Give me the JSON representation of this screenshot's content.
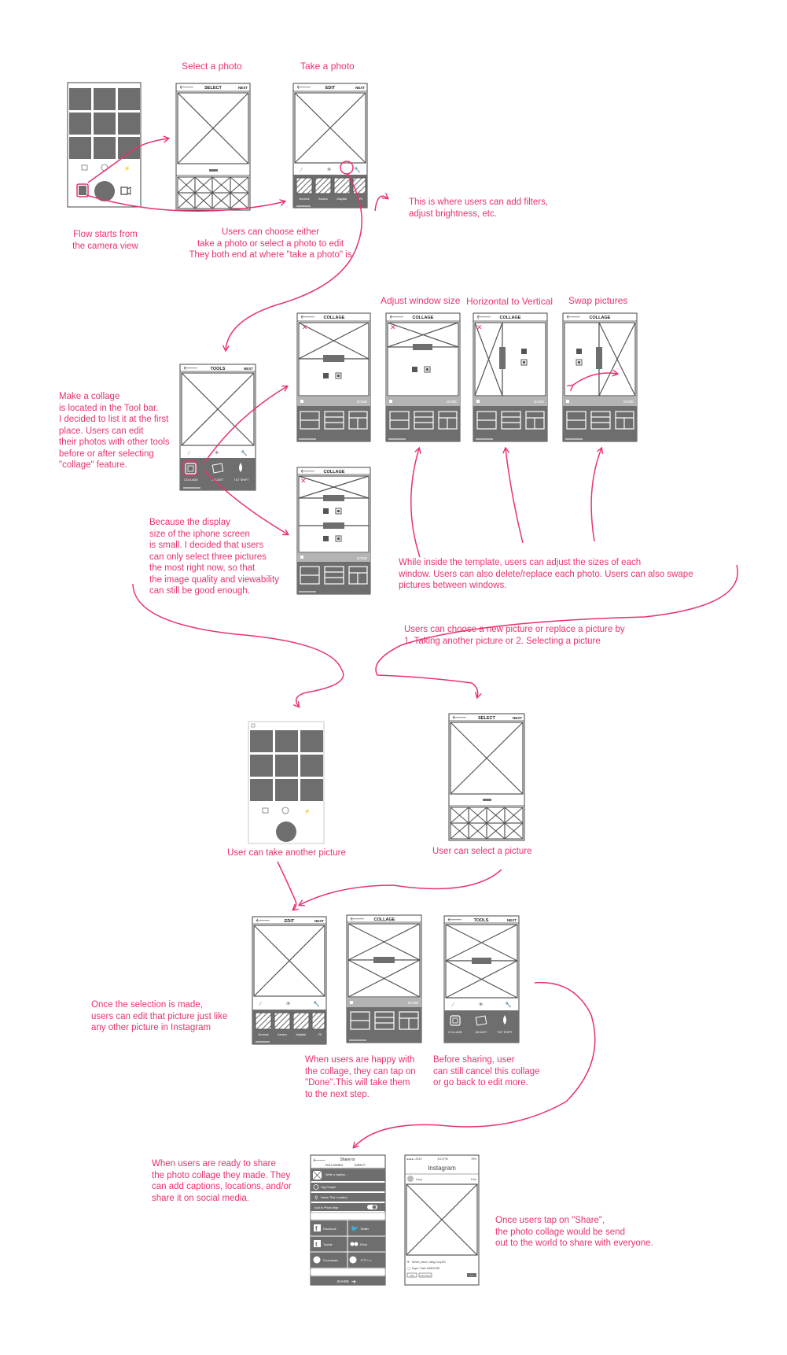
{
  "labels": {
    "select_photo": "Select a photo",
    "take_photo": "Take a photo",
    "adjust_window": "Adjust window size",
    "horiz_vert": "Horizontal to Vertical",
    "swap": "Swap pictures"
  },
  "screen_text": {
    "select": "SELECT",
    "edit": "EDIT",
    "collage": "COLLAGE",
    "tools": "TOOLS",
    "next": "NEXT",
    "done": "DONE",
    "share_title": "Share to",
    "following": "FOLLOWING",
    "direct": "DIRECT",
    "write_caption": "Write a caption...",
    "tag_people": "Tag People",
    "name_location": "Name This Location",
    "add_photo_map": "Add to Photo Map",
    "facebook": "Facebook",
    "twitter": "Twitter",
    "tumblr": "Tumblr",
    "flickr": "Flickr",
    "foursquare": "Foursquare",
    "mixi": "ミクシィ",
    "share_btn": "SHARE",
    "instagram": "Instagram",
    "filter_normal": "Normal",
    "filter_amaro": "Amaro",
    "filter_mayfair": "Mayfair",
    "filter_ri": "Ri",
    "tool_collage": "COLLAGE",
    "tool_adjust": "ADJUST",
    "tool_tiltshift": "TILT SHIFT",
    "status_carrier": "●●●●○ AT&T",
    "status_time": "3:01 PM",
    "status_battery": "78%",
    "feed_user": "Lucy",
    "feed_time": "12m",
    "feed_liked": "Steven_Moon, Jiahgi, lucy423",
    "feed_caption": "Kaylo: That's AWESOME",
    "like": "Like",
    "comment": "Comment",
    "more": "•••"
  },
  "annotations": {
    "flow_start": "Flow starts from\nthe camera view",
    "choose_either": "Users can choose either\ntake a photo or select a photo to edit\nThey both end at where \"take a photo\" is",
    "filters": "This is where users can add filters,\nadjust brightness, etc.",
    "make_collage": "Make a collage\nis located in the Tool bar.\nI decided to list it at the first\nplace. Users can edit\ntheir photos with other tools\nbefore or after selecting\n\"collage\" feature.",
    "three_pictures": "Because the display\nsize of the iphone screen\nis small. I decided that users\ncan only select three pictures\nthe most right now, so that\nthe image quality and viewability\ncan still be good enough.",
    "inside_template": "While inside the template, users can adjust the sizes of each\nwindow. Users can also delete/replace each photo. Users can also swape\npictures between windows.",
    "new_picture": "Users can choose a new picture or replace a picture by\n1. Taking another picture or 2. Selecting a picture",
    "take_another": "User can take another picture",
    "select_picture": "User can select a picture",
    "selection_made": "Once the selection is made,\nusers can edit that picture just like\nany other picture in Instagram",
    "happy": "When users are happy with\nthe collage, they can tap on\n\"Done\".This will take them\nto the next step.",
    "before_sharing": "Before sharing, user\ncan still cancel this collage\nor go back to edit more.",
    "ready_share": "When users are ready to share\nthe photo collage they made. They\ncan add captions, locations, and/or\nshare it on social media.",
    "once_share": "Once users tap on \"Share\",\nthe photo collage would be send\nout to the world to share with everyone."
  },
  "colors": {
    "accent": "#e8336b",
    "wire": "#555555",
    "panel": "#6e6e6e",
    "toolbar_grey": "#b4b4b4"
  }
}
